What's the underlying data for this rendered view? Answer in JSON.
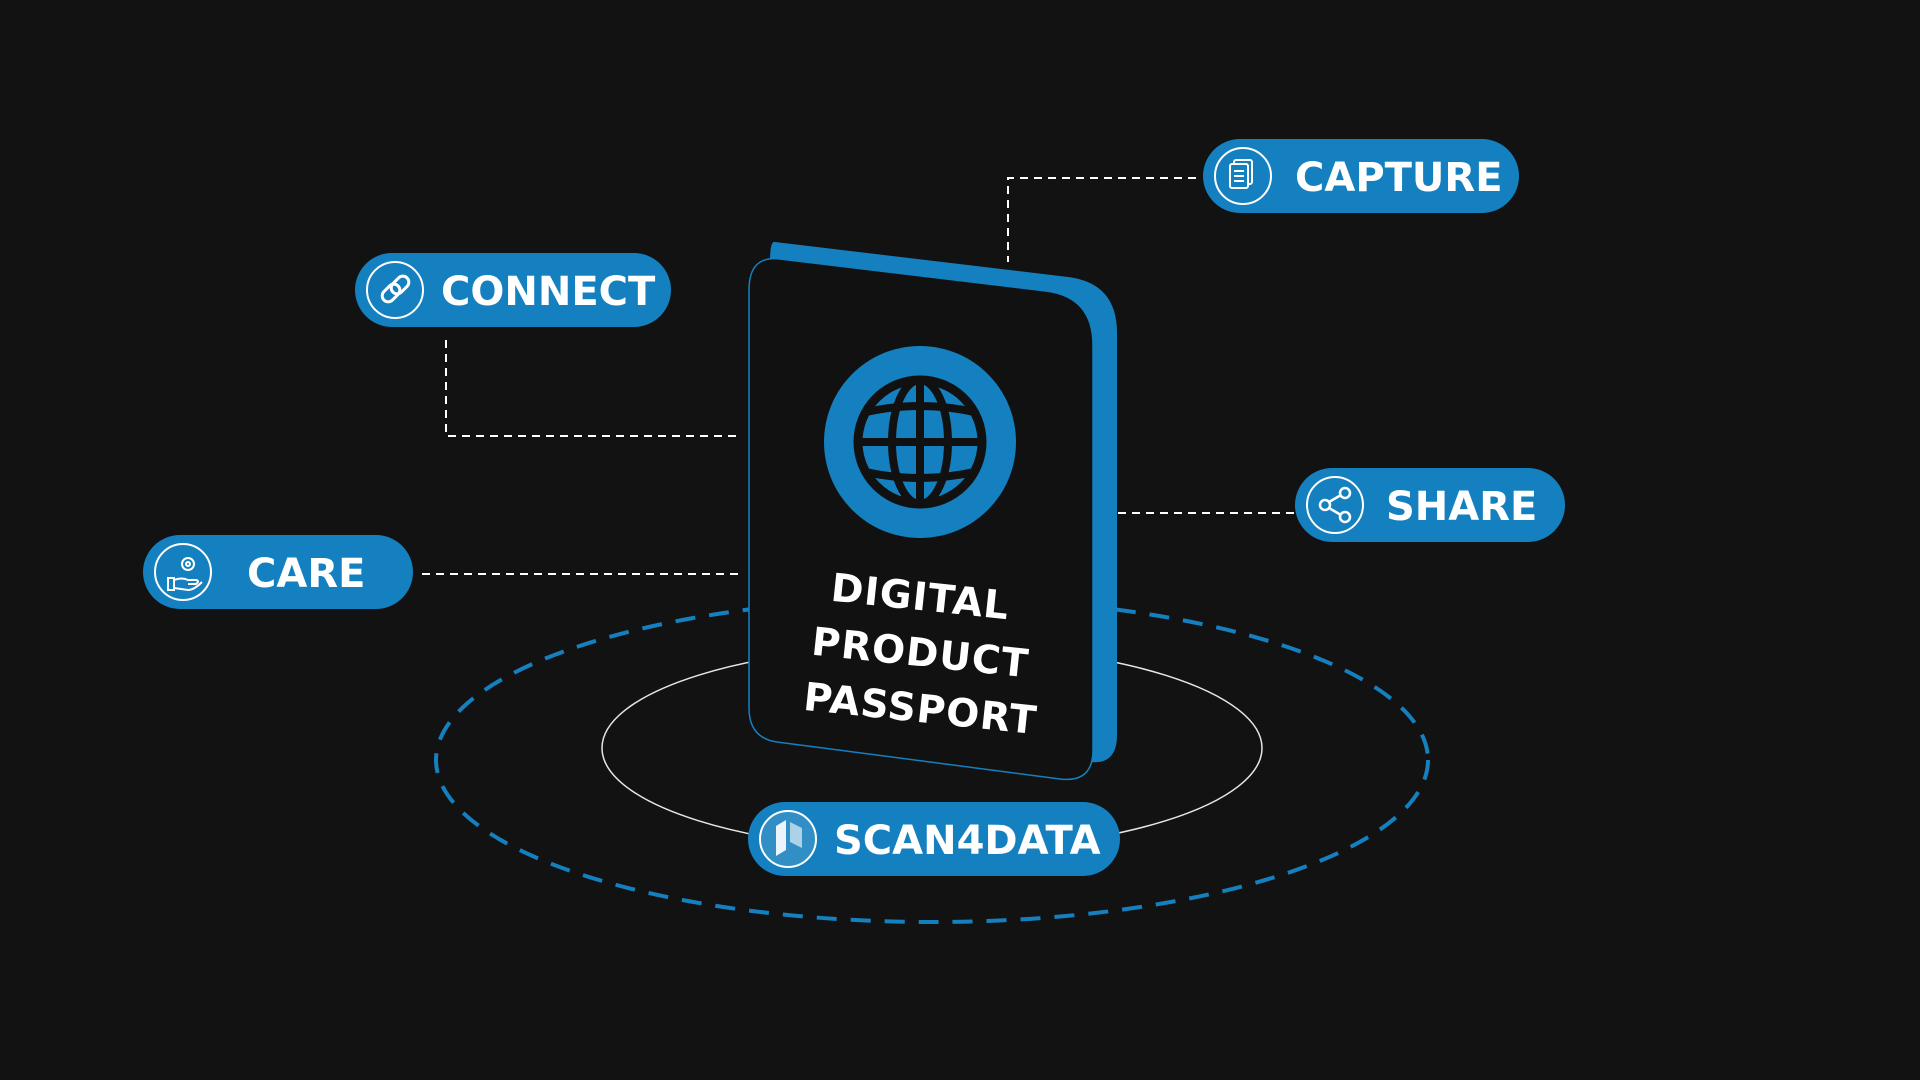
{
  "colors": {
    "background": "#121212",
    "accent": "#1580BF",
    "card": "#111111",
    "connector": "#ffffff"
  },
  "passport": {
    "title_lines": [
      "DIGITAL",
      "PRODUCT",
      "PASSPORT"
    ],
    "icon": "globe-icon"
  },
  "nodes": {
    "connect": {
      "label": "CONNECT",
      "icon": "link-icon"
    },
    "capture": {
      "label": "CAPTURE",
      "icon": "documents-icon"
    },
    "share": {
      "label": "SHARE",
      "icon": "share-icon"
    },
    "care": {
      "label": "CARE",
      "icon": "hand-gear-icon"
    },
    "scan4data": {
      "label": "SCAN4DATA",
      "icon": "scan4data-logo-icon"
    }
  }
}
